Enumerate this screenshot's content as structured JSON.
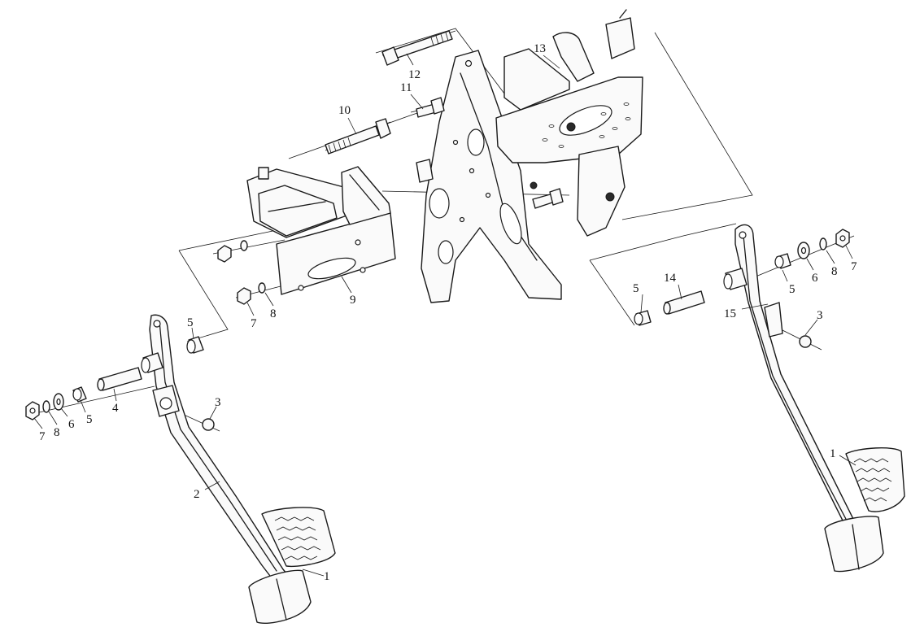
{
  "diagram": {
    "callouts": [
      {
        "id": "c1a",
        "text": "1"
      },
      {
        "id": "c1b",
        "text": "1"
      },
      {
        "id": "c2",
        "text": "2"
      },
      {
        "id": "c3a",
        "text": "3"
      },
      {
        "id": "c3b",
        "text": "3"
      },
      {
        "id": "c4",
        "text": "4"
      },
      {
        "id": "c5a",
        "text": "5"
      },
      {
        "id": "c5b",
        "text": "5"
      },
      {
        "id": "c5c",
        "text": "5"
      },
      {
        "id": "c5d",
        "text": "5"
      },
      {
        "id": "c6a",
        "text": "6"
      },
      {
        "id": "c6b",
        "text": "6"
      },
      {
        "id": "c7a",
        "text": "7"
      },
      {
        "id": "c7b",
        "text": "7"
      },
      {
        "id": "c7c",
        "text": "7"
      },
      {
        "id": "c8a",
        "text": "8"
      },
      {
        "id": "c8b",
        "text": "8"
      },
      {
        "id": "c8c",
        "text": "8"
      },
      {
        "id": "c9",
        "text": "9"
      },
      {
        "id": "c10",
        "text": "10"
      },
      {
        "id": "c11",
        "text": "11"
      },
      {
        "id": "c12",
        "text": "12"
      },
      {
        "id": "c13",
        "text": "13"
      },
      {
        "id": "c14",
        "text": "14"
      },
      {
        "id": "c15",
        "text": "15"
      }
    ]
  }
}
